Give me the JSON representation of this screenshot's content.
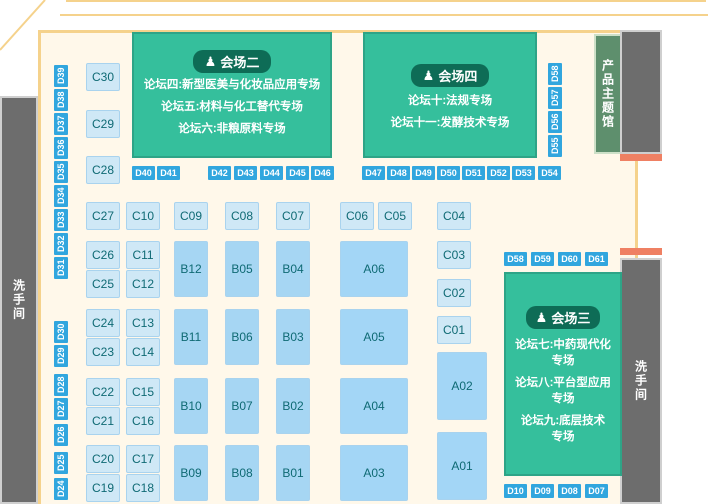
{
  "halls": {
    "hall2": {
      "title": "会场二",
      "forums": [
        "论坛四:新型医美与化妆品应用专场",
        "论坛五:材料与化工替代专场",
        "论坛六:非粮原料专场"
      ]
    },
    "hall4": {
      "title": "会场四",
      "forums": [
        "论坛十:法规专场",
        "论坛十一:发酵技术专场"
      ]
    },
    "hall3": {
      "title": "会场三",
      "forums": [
        "论坛七:中药现代化",
        "专场",
        "论坛八:平台型应用",
        "专场",
        "论坛九:底层技术",
        "专场"
      ]
    }
  },
  "side_rooms": {
    "product_hall": "产品主题馆",
    "washroom_left": "洗手间",
    "washroom_right": "洗手间"
  },
  "d_booths": {
    "left_column": [
      "D39",
      "D38",
      "D37",
      "D36",
      "D35",
      "D34",
      "D33",
      "D32",
      "D31",
      "D30",
      "D29",
      "D28",
      "D27",
      "D26",
      "D25",
      "D24"
    ],
    "top_row_left": [
      "D40",
      "D41"
    ],
    "top_row_mid": [
      "D42",
      "D43",
      "D44",
      "D45",
      "D46"
    ],
    "top_row_right": [
      "D47",
      "D48",
      "D49",
      "D50",
      "D51",
      "D52",
      "D53",
      "D54"
    ],
    "right_column": [
      "D58",
      "D57",
      "D56",
      "D55"
    ],
    "hall3_top": [
      "D58",
      "D59",
      "D60",
      "D61"
    ],
    "bottom_row": [
      "D10",
      "D09",
      "D08",
      "D07"
    ]
  },
  "c_booths": {
    "col1": [
      "C30",
      "C29",
      "C28",
      "C27",
      "C26",
      "C25",
      "C24",
      "C23",
      "C22",
      "C21",
      "C20",
      "C19"
    ],
    "col2": [
      "C10",
      "C11",
      "C12",
      "C13",
      "C14",
      "C15",
      "C16",
      "C17",
      "C18"
    ],
    "row_top": [
      "C09",
      "C08",
      "C07",
      "C06",
      "C05",
      "C04"
    ],
    "col_right": [
      "C03",
      "C02",
      "C01"
    ]
  },
  "b_booths": {
    "col1": [
      "B12",
      "B11",
      "B10",
      "B09"
    ],
    "col2": [
      "B05",
      "B06",
      "B07",
      "B08"
    ],
    "col3": [
      "B04",
      "B03",
      "B02",
      "B01"
    ]
  },
  "a_booths": {
    "big": [
      "A06",
      "A05",
      "A04",
      "A03"
    ],
    "right": [
      "A02",
      "A01"
    ]
  }
}
